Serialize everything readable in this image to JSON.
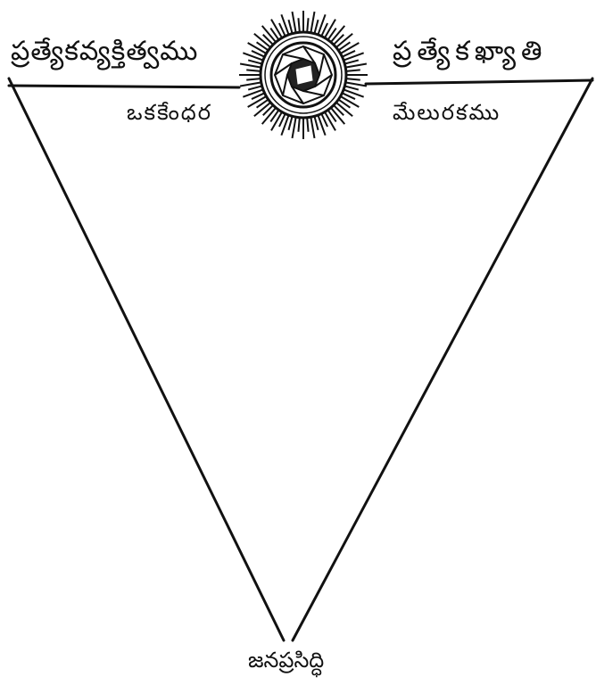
{
  "labels": {
    "top_left": "ప్రత్యేకవ్యక్తిత్వము",
    "top_right": "ప్రత్యేకఖ్యాతి",
    "sub_left": "ఒకకేంధర",
    "sub_right": "మేలురకము",
    "bottom": "జనప్రసిద్ధి"
  },
  "emblem": {
    "icon": "radiant-diamond-icon"
  },
  "colors": {
    "ink": "#111111",
    "background": "#ffffff"
  }
}
